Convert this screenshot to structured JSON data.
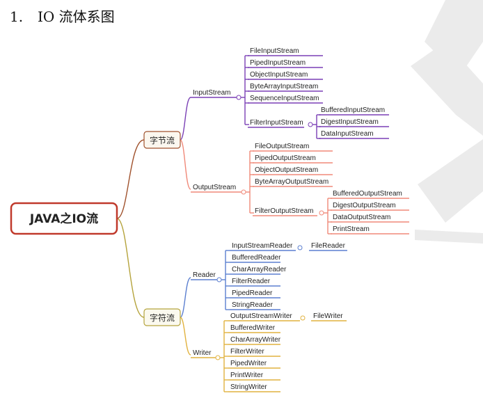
{
  "heading": {
    "number": "1.",
    "text": "IO 流体系图"
  },
  "root": {
    "label": "JAVA之IO流"
  },
  "byte_stream": {
    "label": "字节流",
    "input": {
      "label": "InputStream",
      "items": [
        "FileInputStream",
        "PipedInputStream",
        "ObjectInputStream",
        "ByteArrayInputStream",
        "SequenceInputStream"
      ],
      "filter": {
        "label": "FilterInputStream",
        "items": [
          "BufferedInputStream",
          "DigestInputStream",
          "DataInputStream"
        ]
      }
    },
    "output": {
      "label": "OutputStream",
      "items": [
        "FileOutputStream",
        "PipedOutputStream",
        "ObjectOutputStream",
        "ByteArrayOutputStream"
      ],
      "filter": {
        "label": "FilterOutputStream",
        "items": [
          "BufferedOutputStream",
          "DigestOutputStream",
          "DataOutputStream",
          "PrintStream"
        ]
      }
    }
  },
  "char_stream": {
    "label": "字符流",
    "reader": {
      "label": "Reader",
      "sub": {
        "label": "InputStreamReader",
        "child": "FileReader"
      },
      "items": [
        "BufferedReader",
        "CharArrayReader",
        "FilterReader",
        "PipedReader",
        "StringReader"
      ]
    },
    "writer": {
      "label": "Writer",
      "sub": {
        "label": "OutputStreamWriter",
        "child": "FileWriter"
      },
      "items": [
        "BufferedWriter",
        "CharArrayWriter",
        "FilterWriter",
        "PipedWriter",
        "PrintWriter",
        "StringWriter"
      ]
    }
  },
  "colors": {
    "root_border": "#c0392b",
    "branch_brown": "#a0522d",
    "branch_olive": "#b5a33c",
    "input_purple": "#7a3fb5",
    "output_salmon": "#f08878",
    "reader_blue": "#5b7fd0",
    "writer_gold": "#e1b23f",
    "watermark": "#e9e9e9"
  }
}
